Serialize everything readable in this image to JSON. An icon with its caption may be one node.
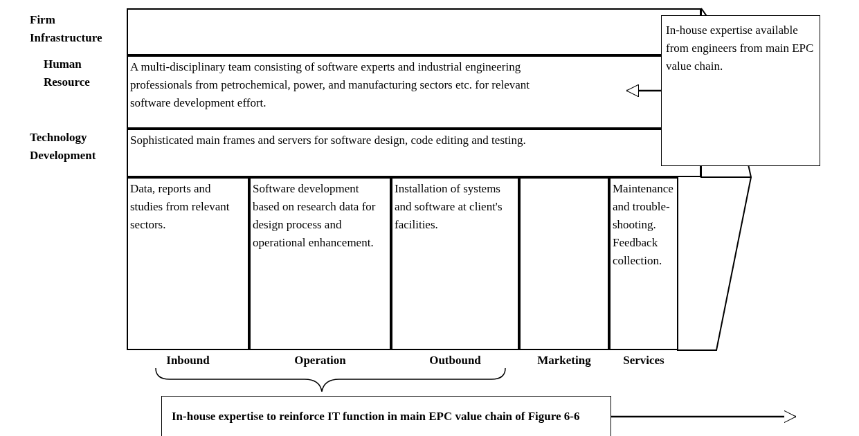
{
  "diagram": {
    "nodes": [
      {
        "text": [
          "Firm Infrastructure"
        ]
      },
      {
        "text": [
          "Human Resource",
          "A multi-disciplinary team consisting of software experts and industrial engineering professionals from petrochemical, power, and manufacturing sectors etc. for relevant software development effort."
        ]
      },
      {
        "text": [
          "Technology Development",
          "Sophisticated main frames and servers for software design, code editing and testing."
        ]
      },
      {
        "text": [
          "Data, reports and studies from relevant sectors.",
          "Inbound"
        ]
      },
      {
        "text": [
          "Software development based on research data for design process and operational enhancement.",
          "Operation"
        ]
      },
      {
        "text": [
          "Installation of systems and software at client's facilities.",
          "Outbound"
        ]
      },
      {
        "text": [
          "Marketing"
        ]
      },
      {
        "text": [
          "Maintenance and trouble-shooting. Feedback collection.",
          "Services"
        ]
      },
      {
        "text": [
          "In-house expertise available from engineers from main EPC value chain."
        ]
      },
      {
        "text": [
          "In-house expertise to reinforce IT function in main EPC value chain of Figure 6-6"
        ]
      }
    ],
    "edges": [
      {
        "from": 8,
        "to": 1,
        "arrow": "to"
      },
      {
        "from": 9,
        "to": null,
        "arrow": "to"
      }
    ]
  }
}
